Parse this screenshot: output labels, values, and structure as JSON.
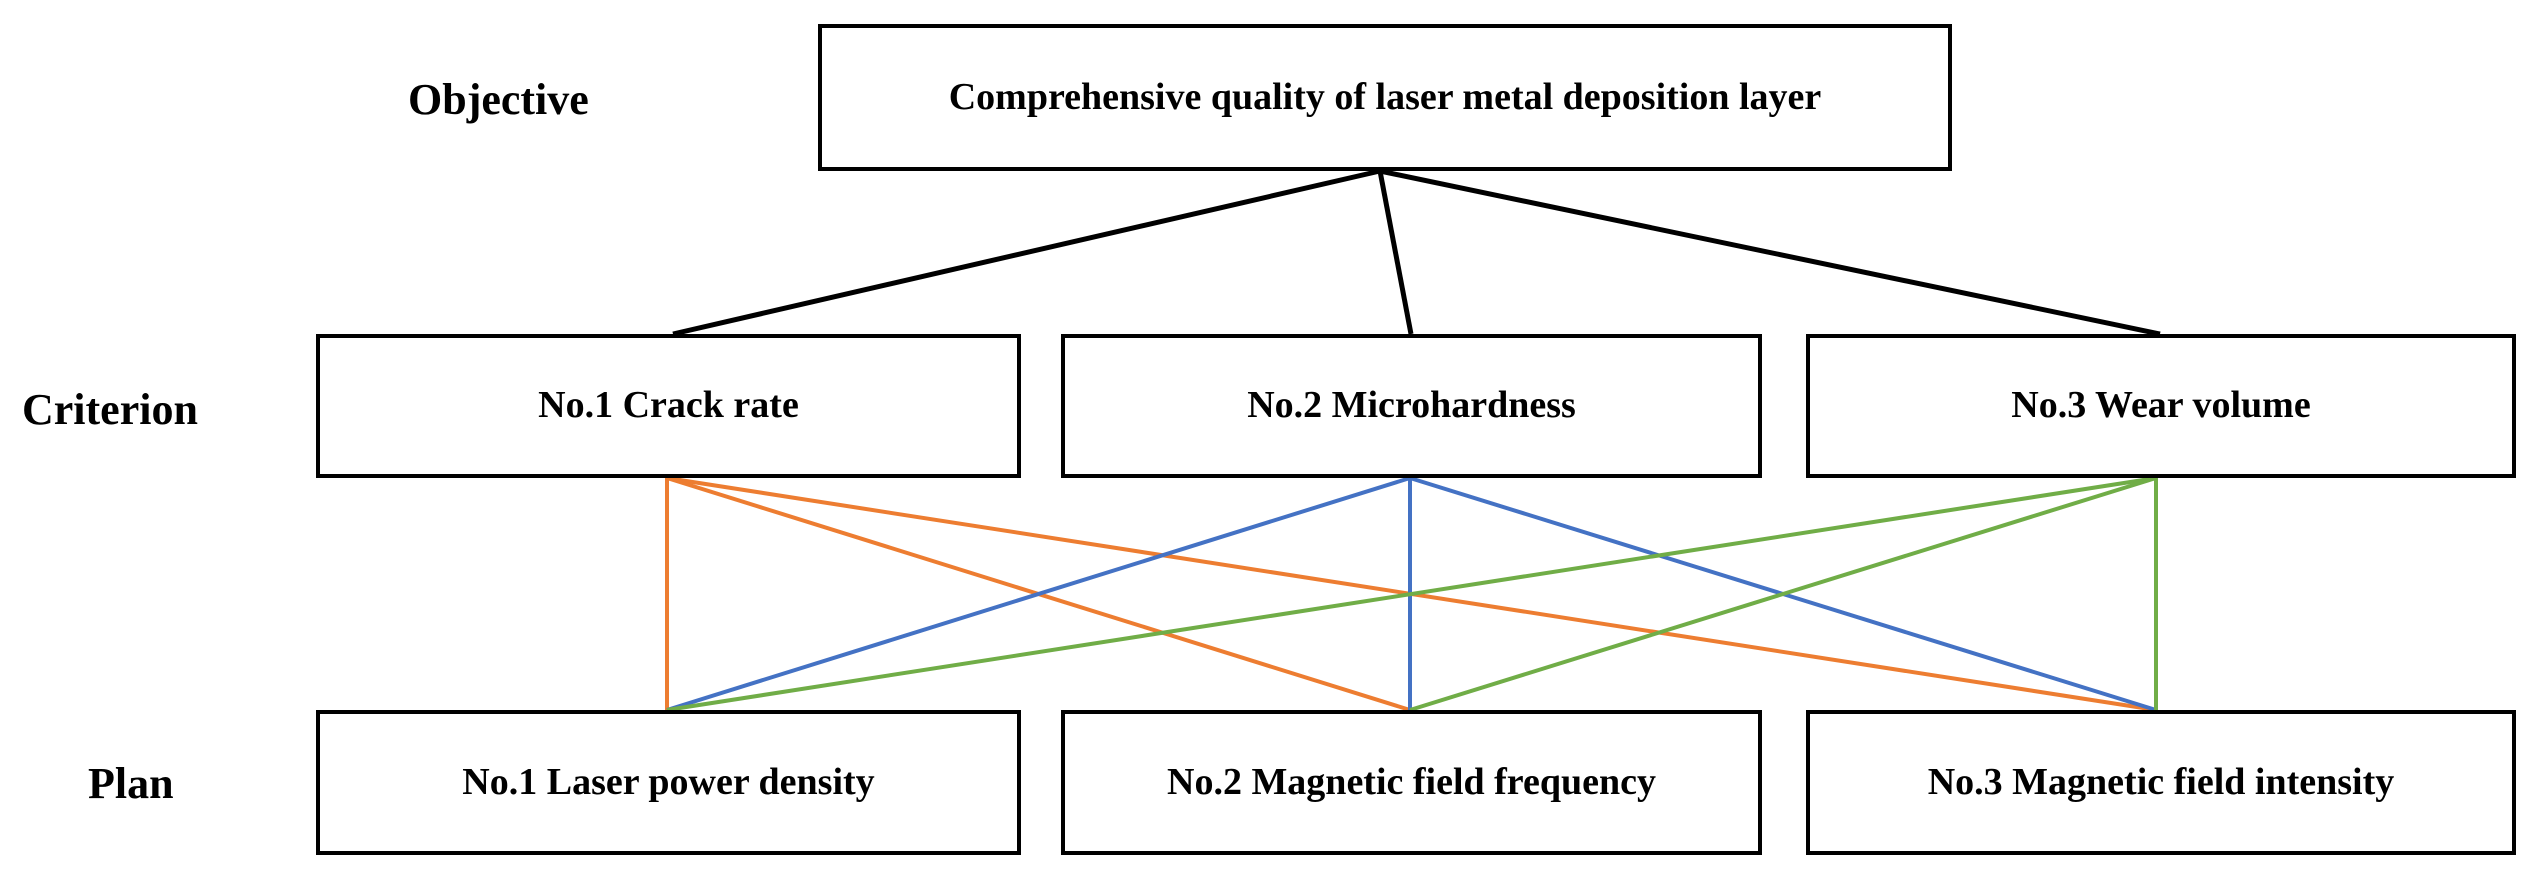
{
  "levels": {
    "objective": "Objective",
    "criterion": "Criterion",
    "plan": "Plan"
  },
  "objective": {
    "label": "Comprehensive quality of laser metal deposition layer"
  },
  "criteria": [
    {
      "label": "No.1 Crack rate",
      "color": "#ED7D31"
    },
    {
      "label": "No.2 Microhardness",
      "color": "#4472C4"
    },
    {
      "label": "No.3 Wear volume",
      "color": "#70AD47"
    }
  ],
  "plans": [
    {
      "label": "No.1 Laser power density"
    },
    {
      "label": "No.2 Magnetic field frequency"
    },
    {
      "label": "No.3 Magnetic field intensity"
    }
  ]
}
